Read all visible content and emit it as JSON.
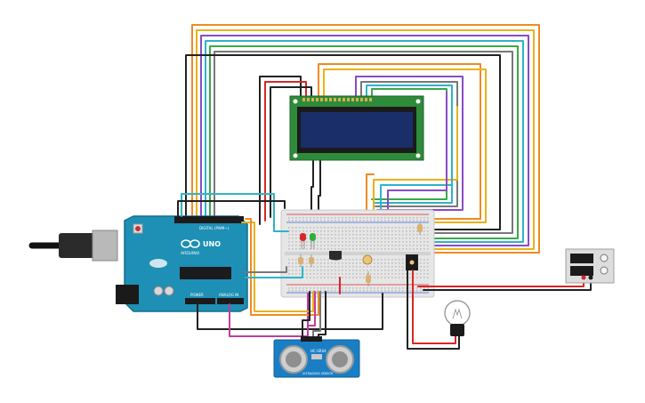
{
  "colors": {
    "arduino": "#1e8fb5",
    "breadboard": "#e6e6e6",
    "lcd_board": "#2e8b3a",
    "lcd_screen": "#1a2f6a",
    "sensor": "#1a7ec4",
    "power_supply": "#dddddd"
  },
  "arduino": {
    "brand": "ARDUINO",
    "model": "UNO",
    "digital_header": "DIGITAL (PWM~)",
    "power_header": "POWER",
    "analog_header": "ANALOG IN"
  },
  "ultrasonic": {
    "model": "HC-SR04",
    "caption": "ULTRASONIC SENSOR"
  }
}
